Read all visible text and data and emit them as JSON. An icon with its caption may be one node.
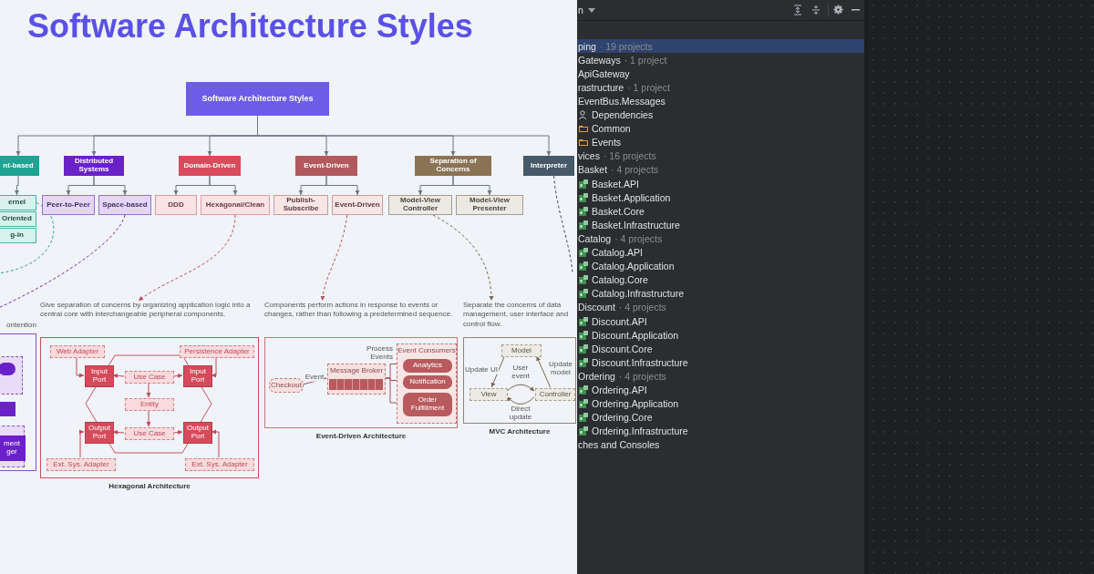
{
  "diagram": {
    "title": "Software Architecture Styles",
    "nodes": [
      {
        "text": [
          "Software Architecture Styles"
        ]
      },
      {
        "text": [
          "nt-based"
        ]
      },
      {
        "text": [
          "Distributed Systems"
        ]
      },
      {
        "text": [
          "Domain-Driven"
        ]
      },
      {
        "text": [
          "Event-Driven"
        ]
      },
      {
        "text": [
          "Separation of Concerns"
        ]
      },
      {
        "text": [
          "Interpreter"
        ]
      },
      {
        "text": [
          "ernel"
        ]
      },
      {
        "text": [
          "Oriented"
        ]
      },
      {
        "text": [
          "g-in"
        ]
      },
      {
        "text": [
          "Peer-to-Peer"
        ]
      },
      {
        "text": [
          "Space-based"
        ]
      },
      {
        "text": [
          "DDD"
        ]
      },
      {
        "text": [
          "Hexagonal/Clean"
        ]
      },
      {
        "text": [
          "Publish-Subscribe"
        ]
      },
      {
        "text": [
          "Event-Driven"
        ]
      },
      {
        "text": [
          "Model-View Controller"
        ]
      },
      {
        "text": [
          "Model-View Presenter"
        ]
      },
      {
        "text": [
          "ontention"
        ]
      },
      {
        "text": [],
        "shape": "box",
        "in": 18
      },
      {
        "text": [],
        "shape": "box",
        "in": 19
      },
      {
        "text": [],
        "shape": "box",
        "in": 18
      },
      {
        "text": [],
        "shape": "box",
        "in": 18
      },
      {
        "text": [
          "ment ger"
        ],
        "in": 22
      },
      {
        "text": [
          "Give separation of concerns by organizing application logic into a central core with interchangeable peripheral components."
        ],
        "beside": [
          "Hexagonal Architecture"
        ]
      },
      {
        "text": [
          "Web Adapter"
        ],
        "in": 24
      },
      {
        "text": [
          "Persistence Adapter"
        ],
        "in": 24
      },
      {
        "text": [
          "Input Port"
        ],
        "in": 24
      },
      {
        "text": [
          "Use Case"
        ],
        "in": 24
      },
      {
        "text": [
          "Input Port"
        ],
        "in": 24
      },
      {
        "text": [
          "Entity"
        ],
        "in": 24
      },
      {
        "text": [
          "Output Port"
        ],
        "in": 24
      },
      {
        "text": [
          "Use Case"
        ],
        "in": 24
      },
      {
        "text": [
          "Output Port"
        ],
        "in": 24
      },
      {
        "text": [
          "Ext. Sys. Adapter"
        ],
        "in": 24
      },
      {
        "text": [
          "Ext. Sys. Adapter"
        ],
        "in": 24
      },
      {
        "text": [
          "Components perform actions in response to events or changes, rather than following a predetermined sequence."
        ],
        "beside": [
          "Event-Driven Architecture"
        ]
      },
      {
        "text": [
          "Checkout"
        ],
        "in": 36
      },
      {
        "text": [
          "Message Broker"
        ],
        "in": 36
      },
      {
        "text": [
          "Event Consumers"
        ],
        "in": 36
      },
      {
        "text": [
          "Analytics"
        ],
        "in": 39
      },
      {
        "text": [
          "Notification"
        ],
        "in": 39
      },
      {
        "text": [
          "Order Fulfillment"
        ],
        "in": 39
      },
      {
        "text": [
          "Separate the concerns of data management, user interface and control flow."
        ],
        "beside": [
          "MVC Architecture"
        ]
      },
      {
        "text": [
          "Model"
        ],
        "in": 43
      },
      {
        "text": [
          "View"
        ],
        "in": 43
      },
      {
        "text": [
          "Controller"
        ],
        "in": 43
      }
    ],
    "edges": [
      {
        "from": 0,
        "to": 1,
        "arrow": "to"
      },
      {
        "from": 0,
        "to": 2,
        "arrow": "to"
      },
      {
        "from": 0,
        "to": 3,
        "arrow": "to"
      },
      {
        "from": 0,
        "to": 4,
        "arrow": "to"
      },
      {
        "from": 0,
        "to": 5,
        "arrow": "to"
      },
      {
        "from": 0,
        "to": 6,
        "arrow": "to"
      },
      {
        "from": 1,
        "to": 7,
        "arrow": "to"
      },
      {
        "from": 2,
        "to": 10,
        "arrow": "to"
      },
      {
        "from": 2,
        "to": 11,
        "arrow": "to"
      },
      {
        "from": 3,
        "to": 12,
        "arrow": "to"
      },
      {
        "from": 3,
        "to": 13,
        "arrow": "to"
      },
      {
        "from": 4,
        "to": 14,
        "arrow": "to"
      },
      {
        "from": 4,
        "to": 15,
        "arrow": "to"
      },
      {
        "from": 5,
        "to": 16,
        "arrow": "to"
      },
      {
        "from": 5,
        "to": 17,
        "arrow": "to"
      },
      {
        "from": 7,
        "to": null,
        "arrow": "none",
        "style": "dashed",
        "color": "#2aa596"
      },
      {
        "from": 11,
        "to": null,
        "arrow": "none",
        "style": "dashed",
        "color": "#7a22b8"
      },
      {
        "from": 13,
        "to": 24,
        "arrow": "to",
        "style": "dashed",
        "color": "#c0485a"
      },
      {
        "from": 15,
        "to": 36,
        "arrow": "to",
        "style": "dashed",
        "color": "#b0555a"
      },
      {
        "from": 16,
        "to": 43,
        "arrow": "to",
        "style": "dashed",
        "color": "#7a6650"
      },
      {
        "from": 6,
        "to": null,
        "arrow": "none",
        "style": "dashed",
        "color": "#3f4c5a"
      },
      {
        "from": 25,
        "to": 27,
        "arrow": "to",
        "color": "#c0485a"
      },
      {
        "from": 26,
        "to": 29,
        "arrow": "to",
        "color": "#c0485a"
      },
      {
        "from": 28,
        "to": 27,
        "arrow": "to",
        "color": "#c0485a"
      },
      {
        "from": 28,
        "to": 29,
        "arrow": "to",
        "color": "#c0485a"
      },
      {
        "from": 28,
        "to": 30,
        "arrow": "to",
        "color": "#c0485a"
      },
      {
        "from": 30,
        "to": 32,
        "arrow": "to",
        "color": "#c0485a"
      },
      {
        "from": 32,
        "to": 31,
        "arrow": "to",
        "color": "#c0485a"
      },
      {
        "from": 32,
        "to": 33,
        "arrow": "to",
        "color": "#c0485a"
      },
      {
        "from": 34,
        "to": 31,
        "arrow": "to",
        "color": "#c0485a"
      },
      {
        "from": 35,
        "to": 33,
        "arrow": "to",
        "color": "#c0485a"
      },
      {
        "from": 37,
        "to": 38,
        "arrow": "to",
        "label": "Event",
        "color": "#a8505a"
      },
      {
        "from": 38,
        "to": 40,
        "arrow": "to",
        "color": "#a8505a"
      },
      {
        "from": 38,
        "to": 41,
        "arrow": "to",
        "color": "#a8505a"
      },
      {
        "from": 38,
        "to": 42,
        "arrow": "to",
        "color": "#a8505a"
      },
      {
        "from": 44,
        "to": 45,
        "arrow": "to",
        "label": "Update UI",
        "color": "#7a6650"
      },
      {
        "from": 46,
        "to": 44,
        "arrow": "to",
        "label": "Update model",
        "color": "#7a6650"
      },
      {
        "from": 45,
        "to": 46,
        "arrow": "to",
        "label": "User event",
        "color": "#7a6650"
      },
      {
        "from": 46,
        "to": 45,
        "arrow": "to",
        "label": "Direct update",
        "color": "#7a6650"
      }
    ],
    "labels": [
      "Process Events",
      "n",
      "ping",
      "· 19 projects",
      "Gateways",
      "· 1 project",
      "ApiGateway",
      "rastructure",
      "· 1 project",
      "EventBus.Messages",
      "Dependencies",
      "Common",
      "Events",
      "vices",
      "· 16 projects",
      "Basket",
      "· 4 projects",
      "Basket.API",
      "Basket.Application",
      "Basket.Core",
      "Basket.Infrastructure",
      "Catalog",
      "· 4 projects",
      "Catalog.API",
      "Catalog.Application",
      "Catalog.Core",
      "Catalog.Infrastructure",
      "Discount",
      "· 4 projects",
      "Discount.API",
      "Discount.Application",
      "Discount.Core",
      "Discount.Infrastructure",
      "Ordering",
      "· 4 projects",
      "Ordering.API",
      "Ordering.Application",
      "Ordering.Core",
      "Ordering.Infrastructure",
      "ches and Consoles"
    ]
  }
}
